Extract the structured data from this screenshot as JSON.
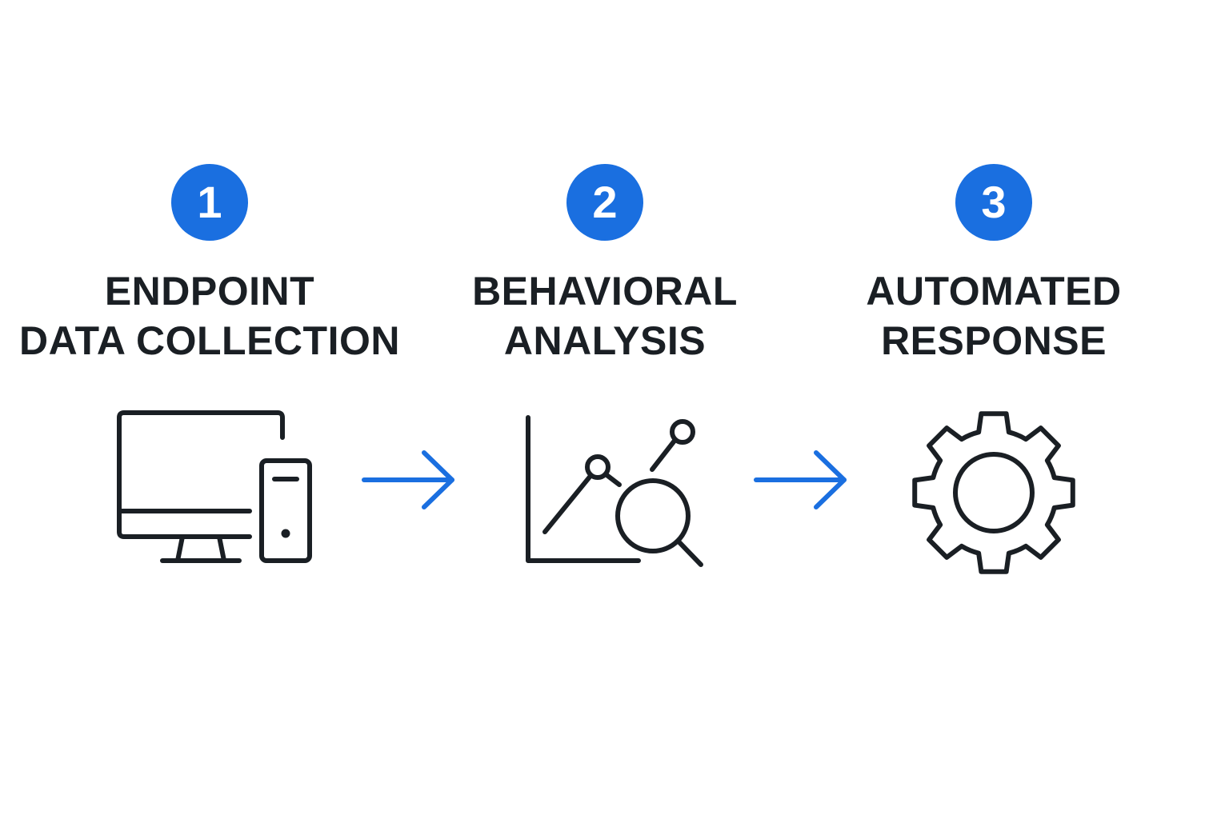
{
  "colors": {
    "accent": "#1a6fe0",
    "ink": "#1a1f24"
  },
  "steps": [
    {
      "number": "1",
      "title_line1": "ENDPOINT",
      "title_line2": "DATA COLLECTION",
      "icon": "desktop-computer-icon"
    },
    {
      "number": "2",
      "title_line1": "BEHAVIORAL",
      "title_line2": "ANALYSIS",
      "icon": "chart-magnifier-icon"
    },
    {
      "number": "3",
      "title_line1": "AUTOMATED",
      "title_line2": "RESPONSE",
      "icon": "gear-icon"
    }
  ],
  "arrows": [
    {
      "icon": "arrow-right-icon"
    },
    {
      "icon": "arrow-right-icon"
    }
  ]
}
